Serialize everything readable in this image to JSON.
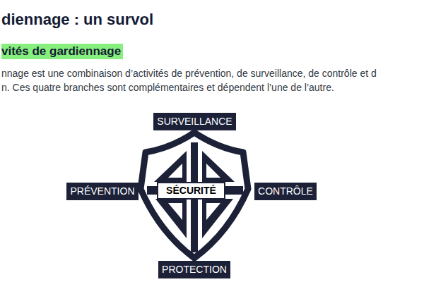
{
  "diagram": {
    "title": "diennage : un survol",
    "nodes": [
      {
        "text": [
          "SURVEILLANCE"
        ]
      },
      {
        "text": [
          "PRÉVENTION"
        ]
      },
      {
        "text": [
          "SÉCURITÉ"
        ]
      },
      {
        "text": [
          "CONTRÔLE"
        ]
      },
      {
        "text": [
          "PROTECTION"
        ]
      }
    ],
    "labels": [
      "vités de gardiennage",
      "nnage est une combinaison d’activités de prévention, de surveillance, de contrôle et d",
      "n. Ces quatre branches sont complémentaires et dépendent l’une de l’autre."
    ]
  }
}
